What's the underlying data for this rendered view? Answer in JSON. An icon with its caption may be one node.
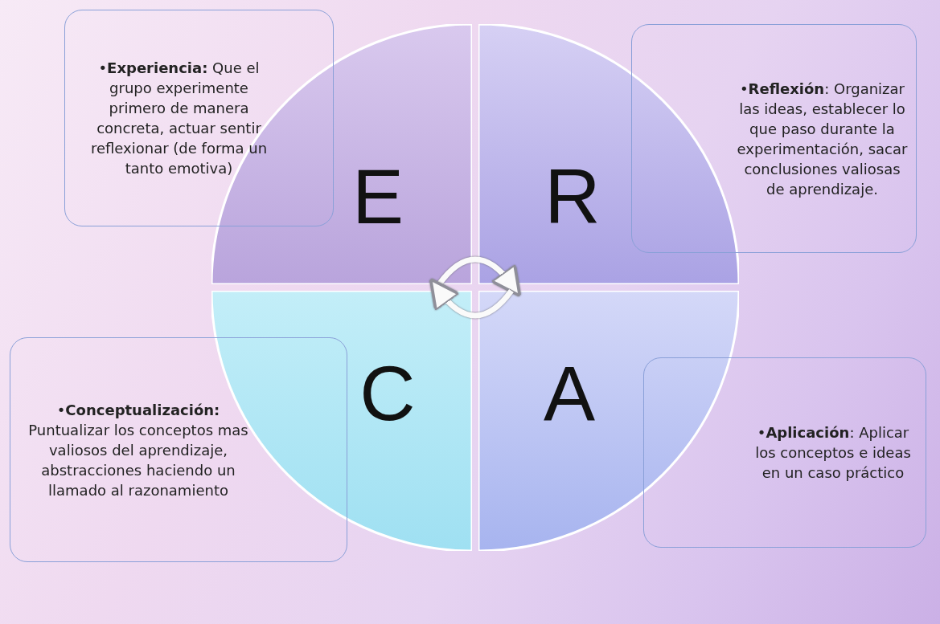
{
  "diagram": {
    "nodes": [
      {
        "text": [
          "•**Experiencia:** Que el grupo experimente primero de manera concreta, actuar sentir reflexionar (de forma un tanto emotiva)"
        ]
      },
      {
        "text": [
          "•**Reflexión**: Organizar las ideas, establecer lo que paso durante la experimentación, sacar conclusiones valiosas de aprendizaje."
        ]
      },
      {
        "text": [
          "E"
        ]
      },
      {
        "text": [
          "R"
        ]
      },
      {
        "text": [
          "C"
        ]
      },
      {
        "text": [
          "A"
        ]
      },
      {
        "text": [
          "•**Conceptualización:** Puntualizar los conceptos mas valiosos del aprendizaje, abstracciones haciendo un llamado al razonamiento"
        ]
      },
      {
        "text": [
          "•**Aplicación**: Aplicar los conceptos e ideas en un caso práctico"
        ]
      }
    ],
    "edges": [
      {
        "from": 2,
        "to": 3,
        "arrow": "to"
      },
      {
        "from": 5,
        "to": 4,
        "arrow": "to"
      }
    ]
  }
}
